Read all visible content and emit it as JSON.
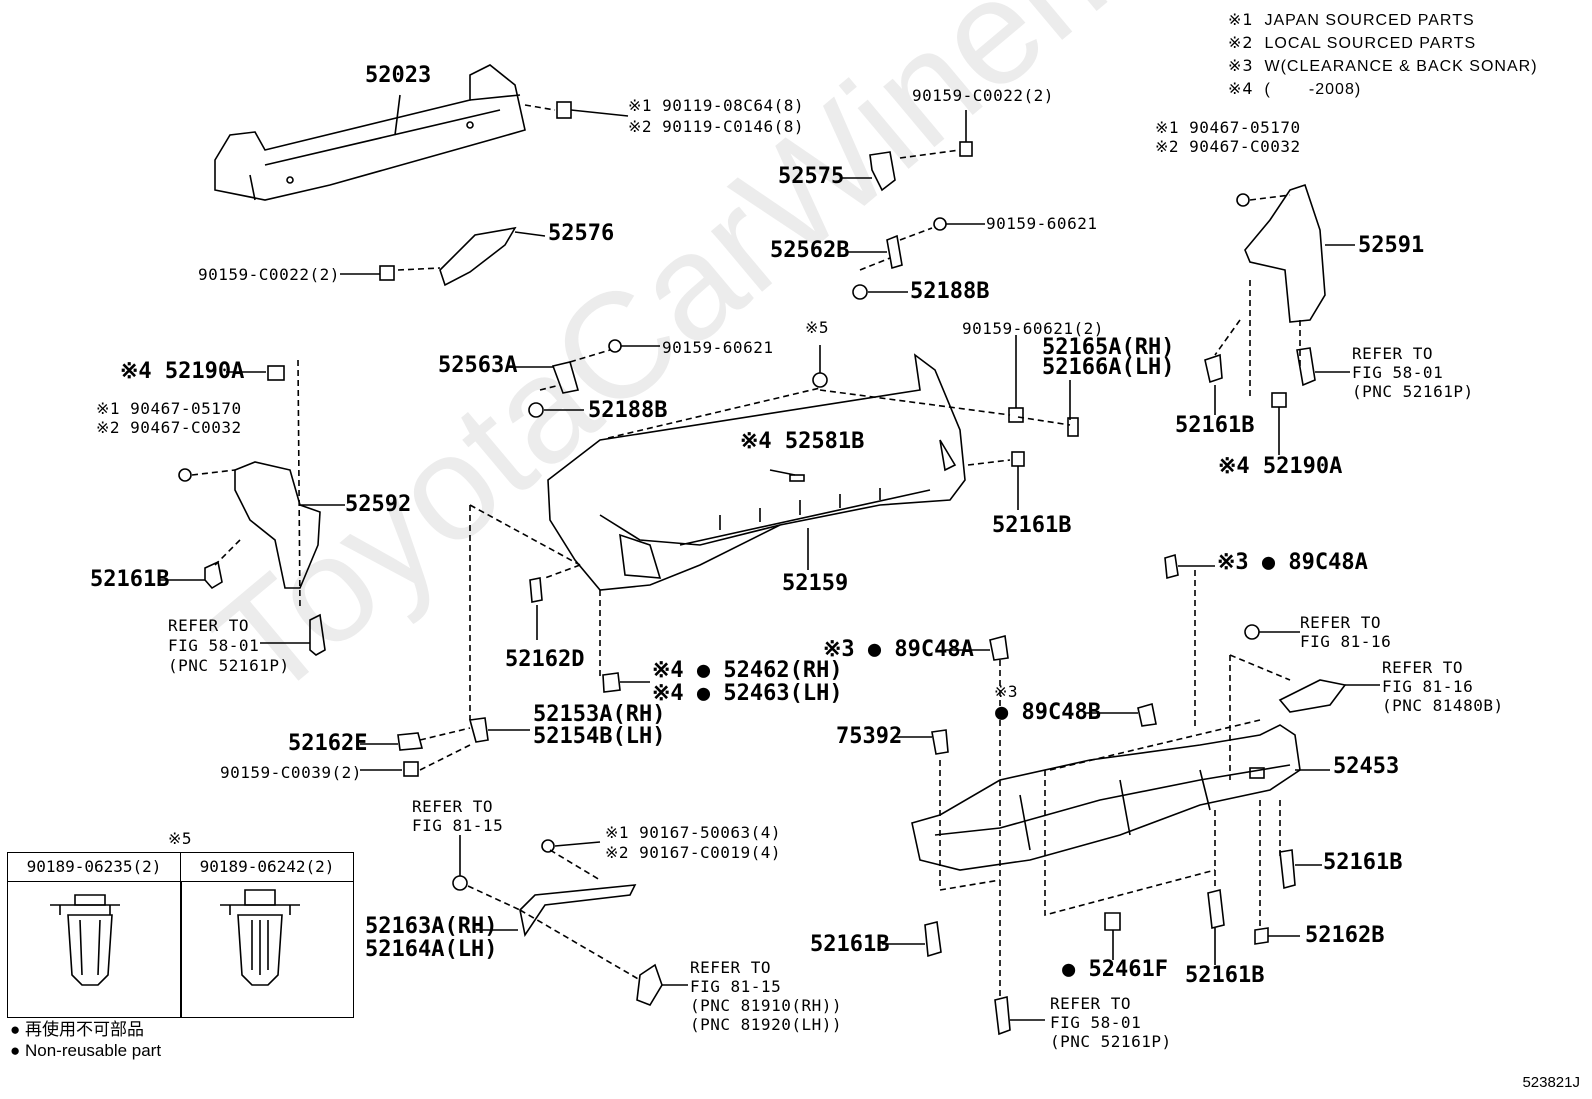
{
  "notes": [
    {
      "mark": "※1",
      "text": "JAPAN SOURCED PARTS"
    },
    {
      "mark": "※2",
      "text": "LOCAL SOURCED PARTS"
    },
    {
      "mark": "※3",
      "text": "W(CLEARANCE & BACK SONAR)"
    },
    {
      "mark": "※4",
      "text": "(       -2008)"
    }
  ],
  "parts": {
    "p52023": "52023",
    "bolt_jp": "※1 90119-08C64(8)",
    "bolt_local": "※2 90119-C0146(8)",
    "p52576": "52576",
    "p90159_c0022_left": "90159-C0022(2)",
    "p90159_c0022_top": "90159-C0022(2)",
    "p52575": "52575",
    "p52562b": "52562B",
    "p90159_60621_a": "90159-60621",
    "p52188b_a": "52188B",
    "p52563a": "52563A",
    "p90159_60621_b": "90159-60621",
    "p52188b_b": "52188B",
    "x5_a": "※5",
    "p90159_60621_c": "90159-60621(2)",
    "p52165a": "52165A(RH)",
    "p52166a": "52166A(LH)",
    "p52581b": "※4 52581B",
    "p52161b_mid": "52161B",
    "p52159": "52159",
    "p52190a_left": "※4 52190A",
    "p90467_jp_left": "※1 90467-05170",
    "p90467_local_left": "※2 90467-C0032",
    "p52592": "52592",
    "p52161b_left": "52161B",
    "refer_left_1": "REFER TO",
    "refer_left_2": "FIG 58-01",
    "refer_left_3": "(PNC 52161P)",
    "p52162d": "52162D",
    "p52462": "※4 ● 52462(RH)",
    "p52463": "※4 ● 52463(LH)",
    "p52153a": "52153A(RH)",
    "p52154b": "52154B(LH)",
    "p52162e": "52162E",
    "p90159_c0039": "90159-C0039(2)",
    "p90467_jp_right": "※1 90467-05170",
    "p90467_local_right": "※2 90467-C0032",
    "p52591": "52591",
    "refer_right_1": "REFER TO",
    "refer_right_2": "FIG 58-01",
    "refer_right_3": "(PNC 52161P)",
    "p52161b_right": "52161B",
    "p52190a_right": "※4 52190A",
    "p89c48a_top": "※3 ● 89C48A",
    "refer_8116_a1": "REFER TO",
    "refer_8116_a2": "FIG 81-16",
    "refer_8116_b1": "REFER TO",
    "refer_8116_b2": "FIG 81-16",
    "refer_8116_b3": "(PNC 81480B)",
    "p89c48a_mid": "※3 ● 89C48A",
    "x3_b": "※3",
    "p89c48b": "● 89C48B",
    "p75392": "75392",
    "p52453": "52453",
    "p52161b_r1": "52161B",
    "p52162b": "52162B",
    "p52161b_r2": "52161B",
    "p52461f": "● 52461F",
    "p52161b_bl": "52161B",
    "refer_bot_1": "REFER TO",
    "refer_bot_2": "FIG 58-01",
    "refer_bot_3": "(PNC 52161P)",
    "refer_8115_a1": "REFER TO",
    "refer_8115_a2": "FIG 81-15",
    "p90167_jp": "※1 90167-50063(4)",
    "p90167_local": "※2 90167-C0019(4)",
    "p52163a": "52163A(RH)",
    "p52164a": "52164A(LH)",
    "refer_8115_b1": "REFER TO",
    "refer_8115_b2": "FIG 81-15",
    "refer_8115_b3": "(PNC 81910(RH))",
    "refer_8115_b4": "(PNC 81920(LH))"
  },
  "clip_table": {
    "mark": "※5",
    "col1": "90189-06235(2)",
    "col2": "90189-06242(2)"
  },
  "legend": {
    "jp": "● 再使用不可部品",
    "en": "● Non-reusable part"
  },
  "figure_id": "523821J",
  "watermark": "ToyotaCarWiner.ru"
}
